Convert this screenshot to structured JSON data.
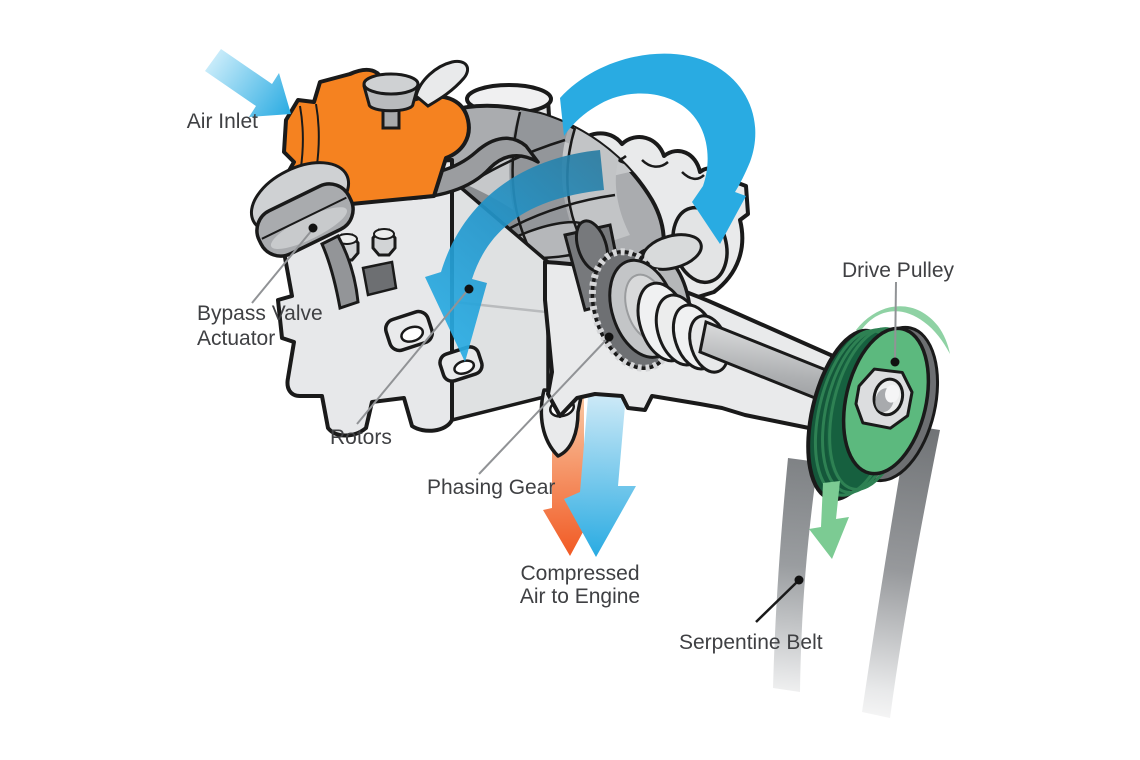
{
  "diagram": {
    "type": "technical-illustration",
    "subject": "Roots-type supercharger cutaway diagram",
    "labels": {
      "air_inlet": "Air Inlet",
      "bypass_valve_actuator_line1": "Bypass Valve",
      "bypass_valve_actuator_line2": "Actuator",
      "rotors": "Rotors",
      "phasing_gear": "Phasing Gear",
      "compressed_air_line1": "Compressed",
      "compressed_air_line2": "Air to Engine",
      "drive_pulley": "Drive Pulley",
      "serpentine_belt": "Serpentine Belt"
    },
    "colors": {
      "airflow_cyan": "#29abe2",
      "inlet_orange": "#f58220",
      "compressed_orange": "#f15a24",
      "pulley_green_dark": "#14573a",
      "pulley_green_face": "#5cb97e",
      "rotation_green_light": "#8fd2a4",
      "belt_gray": "#7e8184",
      "housing_gray": "#e9eaeb",
      "outline_black": "#1a1a1a",
      "label_text": "#3f4043"
    }
  }
}
